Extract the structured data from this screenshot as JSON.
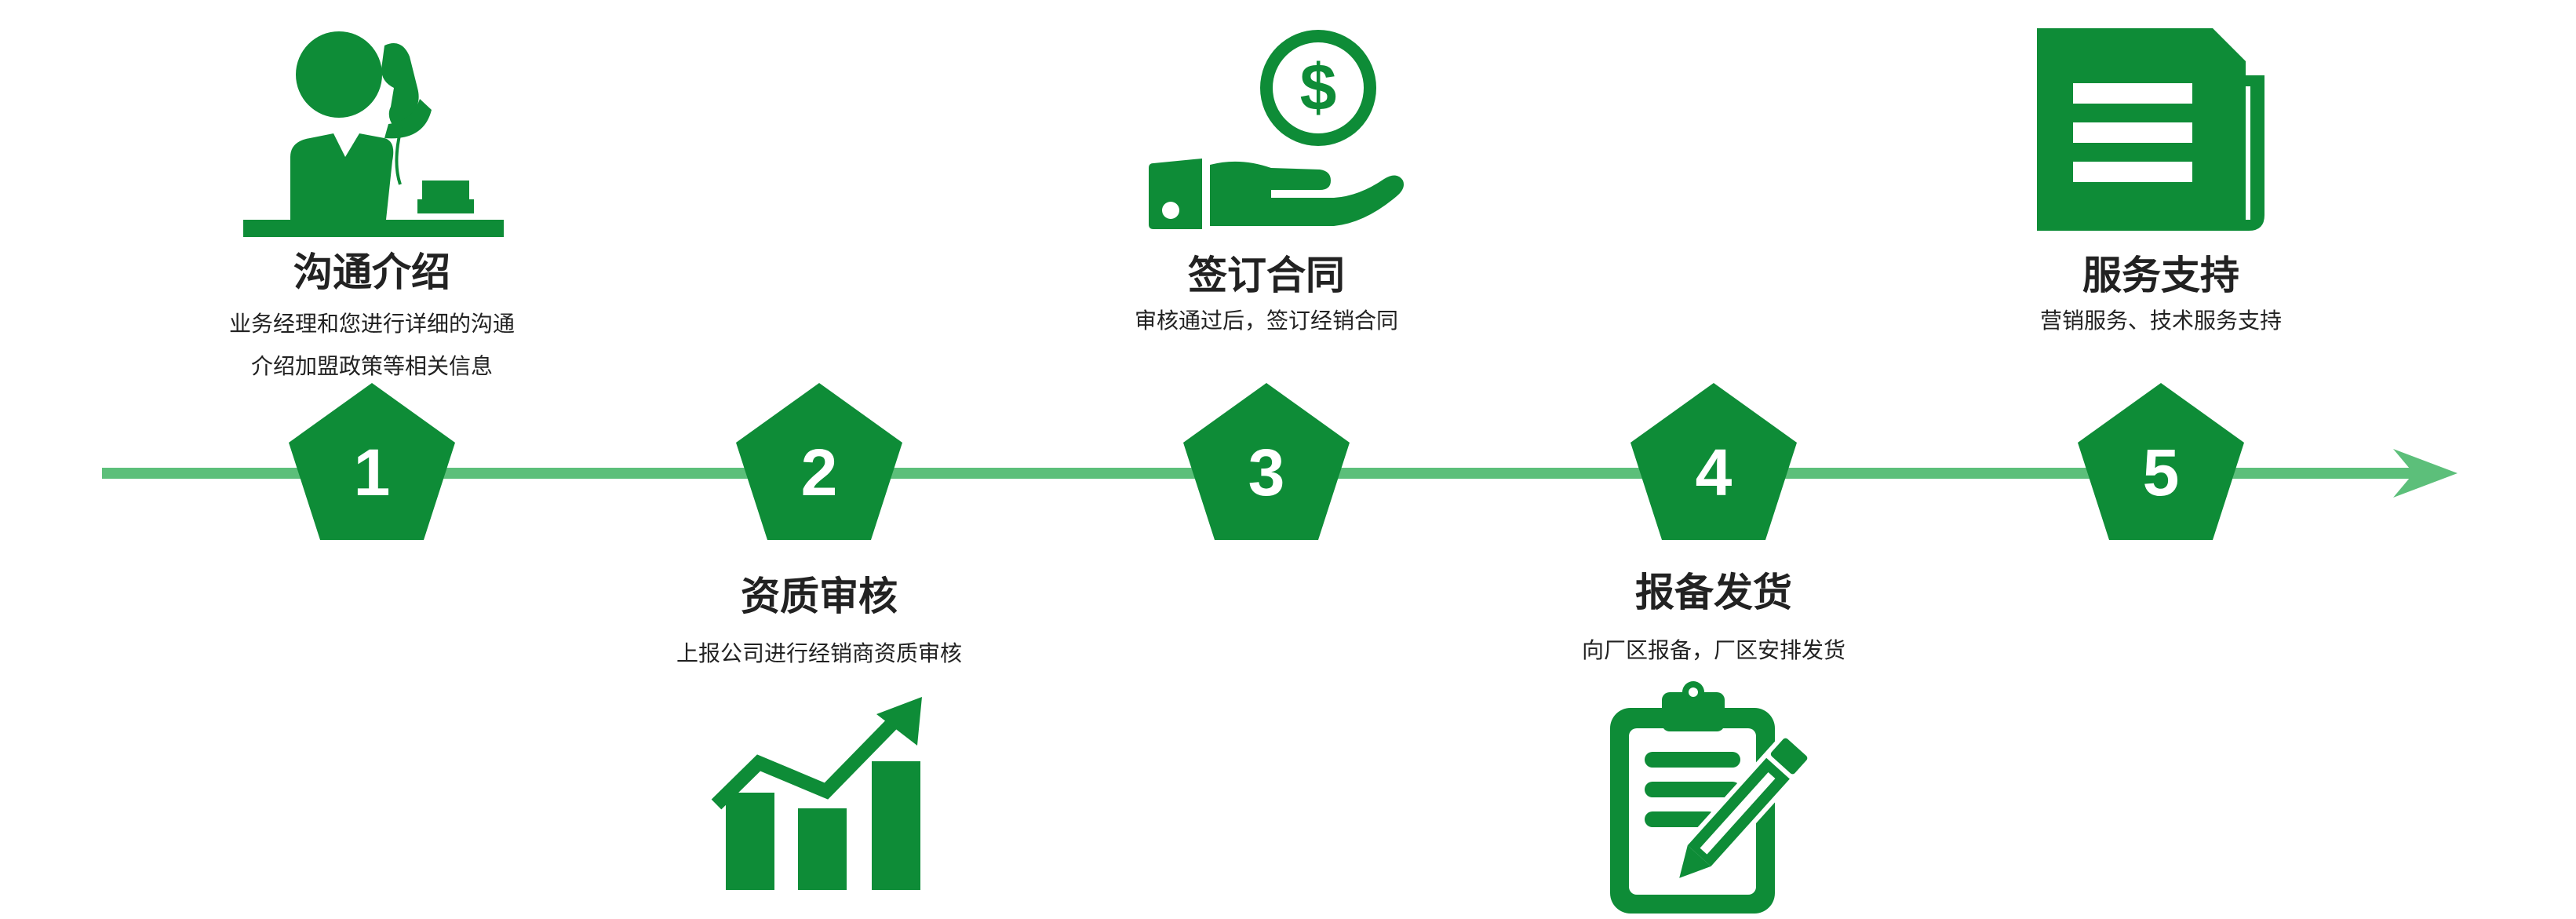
{
  "colors": {
    "primary_green": "#0e8c37",
    "arrow_green": "#5cbf7a",
    "title_text": "#222222",
    "number_text": "#ffffff"
  },
  "steps": [
    {
      "number": "1",
      "title": "沟通介绍",
      "description": [
        "业务经理和您进行详细的沟通",
        "介绍加盟政策等相关信息"
      ],
      "icon": "telephone-operator-icon",
      "position": "above"
    },
    {
      "number": "2",
      "title": "资质审核",
      "description": [
        "上报公司进行经销商资质审核"
      ],
      "icon": "growth-bar-chart-icon",
      "position": "below"
    },
    {
      "number": "3",
      "title": "签订合同",
      "description": [
        "审核通过后，签订经销合同"
      ],
      "icon": "hand-dollar-coin-icon",
      "position": "above"
    },
    {
      "number": "4",
      "title": "报备发货",
      "description": [
        "向厂区报备，厂区安排发货"
      ],
      "icon": "clipboard-pencil-icon",
      "position": "below"
    },
    {
      "number": "5",
      "title": "服务支持",
      "description": [
        "营销服务、技术服务支持"
      ],
      "icon": "newspaper-icon",
      "position": "above"
    }
  ]
}
